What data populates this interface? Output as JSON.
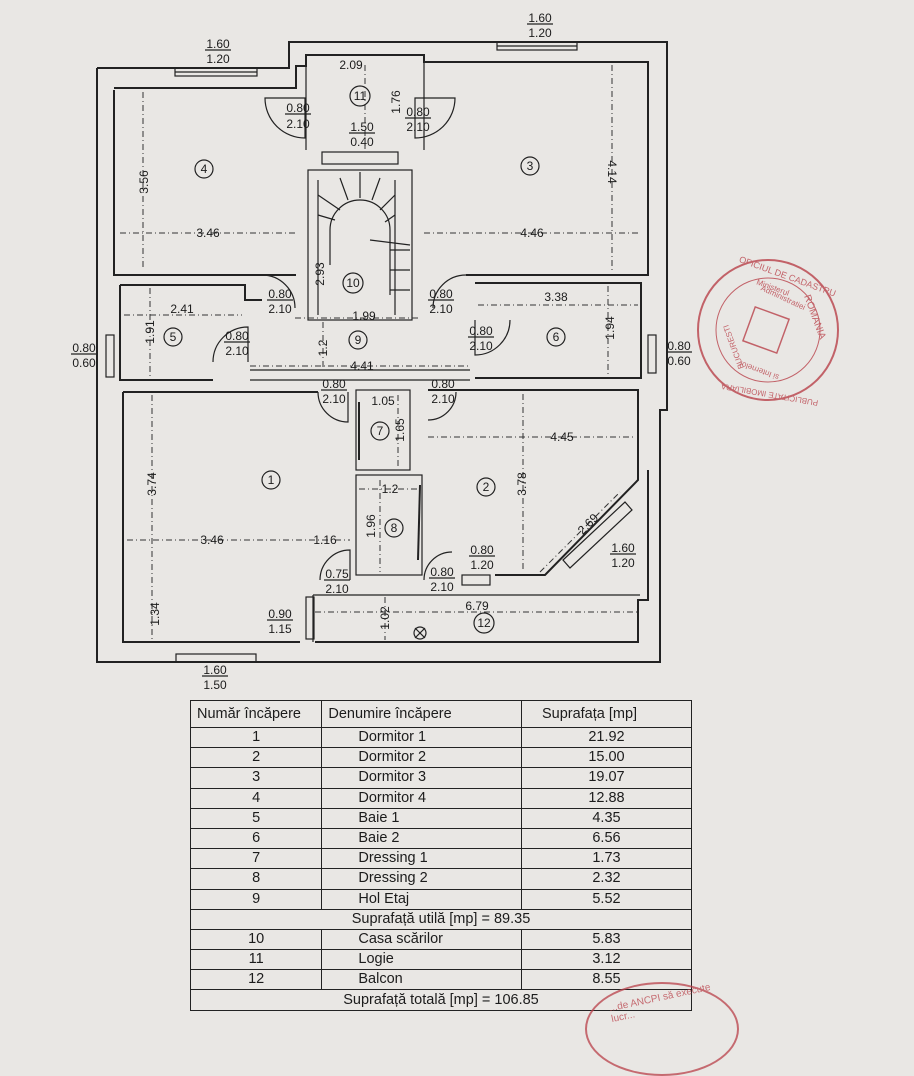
{
  "plan": {
    "top_window_left": [
      "1.60",
      "1.20"
    ],
    "top_window_right": [
      "1.60",
      "1.20"
    ],
    "logia_width": "2.09",
    "logia_depth": "1.76",
    "logia_door_left": [
      "0.80",
      "2.10"
    ],
    "logia_door_right": [
      "0.80",
      "2.10"
    ],
    "logia_window": [
      "1.50",
      "0.40"
    ],
    "room4_height": "3.56",
    "room4_width": "3.46",
    "room3_width": "4.46",
    "room3_height": "4.14",
    "stair_height": "2.93",
    "room5_width": "2.41",
    "room5_height": "1.91",
    "room5_door": [
      "0.80",
      "2.10"
    ],
    "room5_door_top": [
      "0.80",
      "2.10"
    ],
    "hall_width_top": "1.99",
    "hall_height": "1.2",
    "hall_width": "4.41",
    "room6_door_top": [
      "0.80",
      "2.10"
    ],
    "room6_door": [
      "0.80",
      "2.10"
    ],
    "room6_width": "3.38",
    "room6_height": "1.94",
    "left_window": [
      "0.80",
      "0.60"
    ],
    "right_window": [
      "0.80",
      "0.60"
    ],
    "door_room1": [
      "0.80",
      "2.10"
    ],
    "door_room2": [
      "0.80",
      "2.10"
    ],
    "room7_width": "1.05",
    "room7_height": "1.65",
    "room2_width": "4.45",
    "room2_height": "3.78",
    "room1_height": "3.74",
    "room1_width": "3.46",
    "room1_extra": "1.16",
    "room8_width": "1.2",
    "room8_height": "1.96",
    "diag_wall": "2.69",
    "balcony_door_left": [
      "0.80",
      "1.20"
    ],
    "diag_window": [
      "1.60",
      "1.20"
    ],
    "door_room8": [
      "0.75",
      "2.10"
    ],
    "door_room8b": [
      "0.80",
      "2.10"
    ],
    "balcony_width": "6.79",
    "balcony_depth": "1.02",
    "balcony_door": [
      "0.90",
      "1.15"
    ],
    "room1_depth": "1.34",
    "bottom_window": [
      "1.60",
      "1.50"
    ],
    "room_numbers": [
      "1",
      "2",
      "3",
      "4",
      "5",
      "6",
      "7",
      "8",
      "9",
      "10",
      "11",
      "12"
    ]
  },
  "stamp": {
    "lines": [
      "OFICIUL DE CADASTRU",
      "ROMANIA",
      "Ministerul",
      "Administratiei",
      "si Internelor",
      "BUCURESTI",
      "PUBLICITATE IMOBILIARA"
    ]
  },
  "table": {
    "headers": [
      "Număr încăpere",
      "Denumire încăpere",
      "Suprafața [mp]"
    ],
    "rows_a": [
      {
        "num": "1",
        "name": "Dormitor 1",
        "area": "21.92"
      },
      {
        "num": "2",
        "name": "Dormitor 2",
        "area": "15.00"
      },
      {
        "num": "3",
        "name": "Dormitor 3",
        "area": "19.07"
      },
      {
        "num": "4",
        "name": "Dormitor 4",
        "area": "12.88"
      },
      {
        "num": "5",
        "name": "Baie 1",
        "area": "4.35"
      },
      {
        "num": "6",
        "name": "Baie 2",
        "area": "6.56"
      },
      {
        "num": "7",
        "name": "Dressing 1",
        "area": "1.73"
      },
      {
        "num": "8",
        "name": "Dressing 2",
        "area": "2.32"
      },
      {
        "num": "9",
        "name": "Hol Etaj",
        "area": "5.52"
      }
    ],
    "subtotal": "Suprafață utilă [mp] = 89.35",
    "rows_b": [
      {
        "num": "10",
        "name": "Casa scărilor",
        "area": "5.83"
      },
      {
        "num": "11",
        "name": "Logie",
        "area": "3.12"
      },
      {
        "num": "12",
        "name": "Balcon",
        "area": "8.55"
      }
    ],
    "total": "Suprafață totală [mp] = 106.85"
  },
  "stamp2": {
    "text": "...de ANCPI să execute lucr..."
  }
}
